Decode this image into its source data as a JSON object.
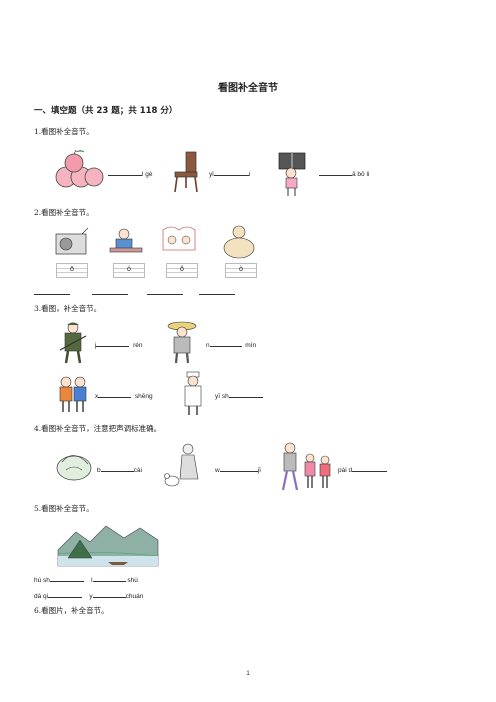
{
  "title": "看图补全音节",
  "section": "一、填空题（共 23 题；共 118 分）",
  "q1": {
    "label": "1.看图补全音节。",
    "a": "l gè",
    "b": "yǐ",
    "b_end": "i",
    "c": "ā bō li"
  },
  "q2": {
    "label": "2.看图补全音节。",
    "boxes": [
      "ō",
      "ó",
      "ǒ",
      "ò"
    ]
  },
  "q3": {
    "label": "3.看图，补全音节。",
    "a": "j",
    "a_end": "rén",
    "b": "n",
    "b_end": "mín",
    "c": "x",
    "c_end": "shēng",
    "d": "yī   sh"
  },
  "q4": {
    "label": "4.看图补全音节，注意把声调标准确。",
    "a": "b",
    "a_end": "cài",
    "b": "w",
    "b_end": "jī",
    "c": "pái d"
  },
  "q5": {
    "label": "5.看图补全音节。",
    "l1a": "hú sh",
    "l1b": "l",
    "l1c": "shù",
    "l2a": "dà qi",
    "l2b": "y",
    "l2c": "chuán"
  },
  "q6": {
    "label": "6.看图片，补全音节。"
  },
  "page_number": "1"
}
